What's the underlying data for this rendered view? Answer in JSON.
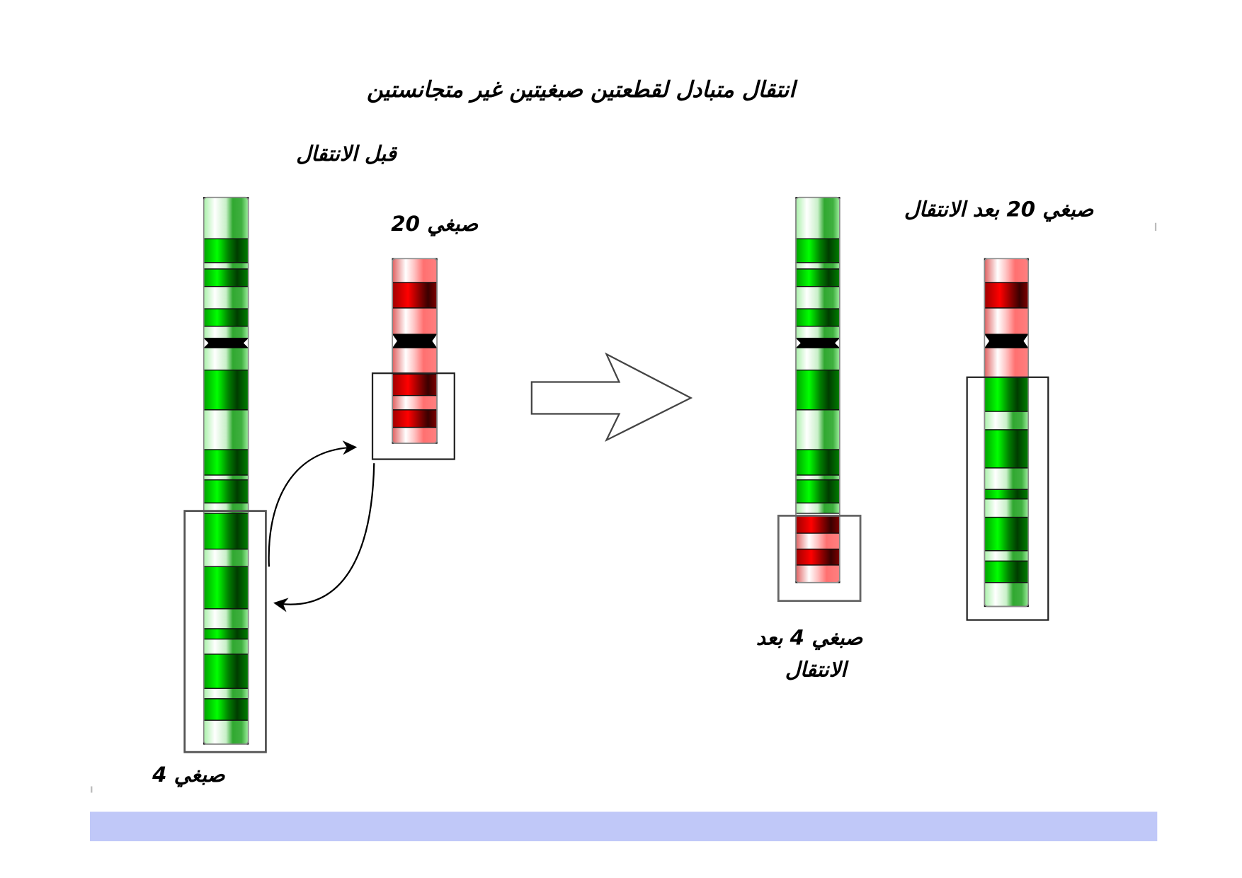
{
  "title": "انتقال متبادل لقطعتين صبغيتين غير متجانستين",
  "before_label": "قبل الانتقال",
  "chr20_label": "صبغي 20",
  "chr4_label": "صبغي 4",
  "chr20_after_label": "صبغي 20 بعد الانتقال",
  "chr4_after_label_line1": "صبغي 4 بعد",
  "chr4_after_label_line2": "الانتقال",
  "colors": {
    "green": "#00c000",
    "red": "#e00000",
    "footer_bar": "#c0c8f8"
  }
}
